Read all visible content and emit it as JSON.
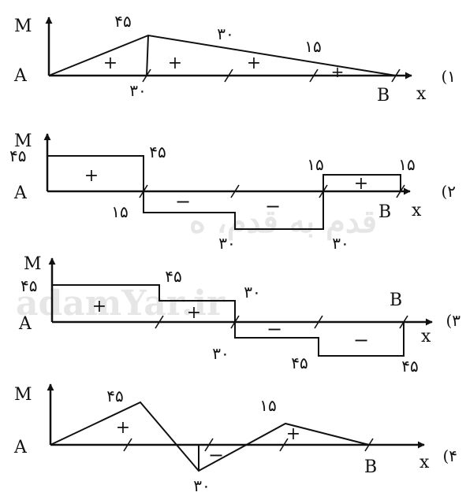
{
  "watermark": {
    "text": "adamYar.ir",
    "text2": "قدم به قدم، ه"
  },
  "options": [
    {
      "number": "(۱",
      "axis": {
        "m": "M",
        "x": "x",
        "a": "A",
        "b": "B"
      },
      "signs": [
        "+",
        "+",
        "+",
        "+"
      ],
      "values": [
        "۴۵",
        "۳۰",
        "۱۵",
        "۳۰"
      ]
    },
    {
      "number": "(۲",
      "axis": {
        "m": "M",
        "x": "x",
        "a": "A",
        "b": "B"
      },
      "signs": [
        "+",
        "−",
        "−",
        "+"
      ],
      "values": [
        "۴۵",
        "۴۵",
        "۱۵",
        "۱۵",
        "۱۵",
        "۳۰",
        "۳۰"
      ]
    },
    {
      "number": "(۳",
      "axis": {
        "m": "M",
        "x": "x",
        "a": "A",
        "b": "B"
      },
      "signs": [
        "+",
        "+",
        "−",
        "−"
      ],
      "values": [
        "۴۵",
        "۴۵",
        "۳۰",
        "۳۰",
        "۴۵",
        "۴۵"
      ]
    },
    {
      "number": "(۴",
      "axis": {
        "m": "M",
        "x": "x",
        "a": "A",
        "b": "B"
      },
      "signs": [
        "+",
        "−",
        "+"
      ],
      "values": [
        "۴۵",
        "۱۵",
        "۳۰"
      ]
    }
  ]
}
